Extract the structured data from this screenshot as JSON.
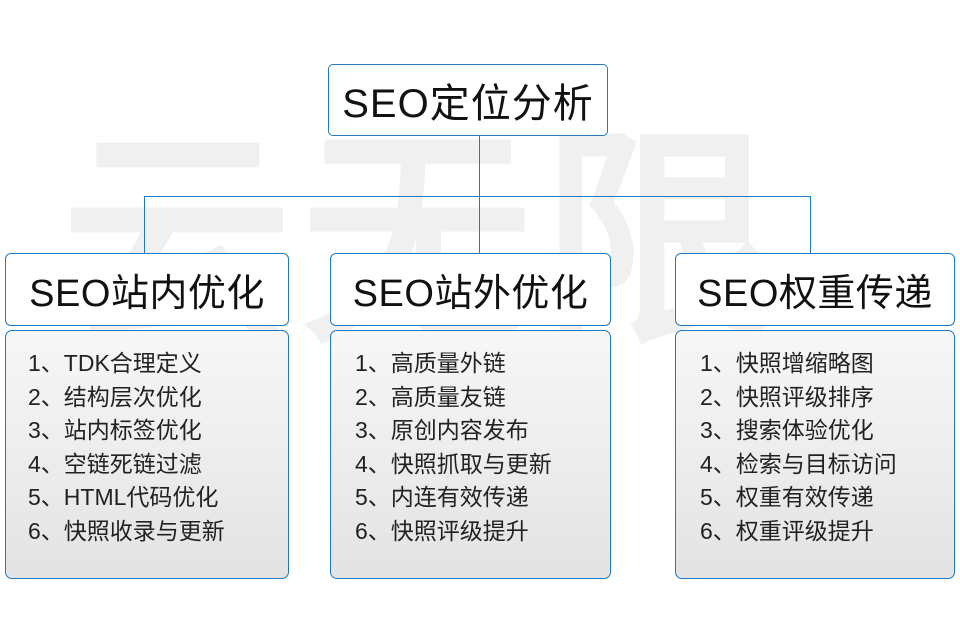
{
  "watermark": {
    "text": "云无限"
  },
  "root": {
    "label": "SEO定位分析"
  },
  "branches": [
    {
      "id": "seo-onsite",
      "title": "SEO站内优化",
      "items": [
        {
          "num": "1、",
          "text": "TDK合理定义"
        },
        {
          "num": "2、",
          "text": "结构层次优化"
        },
        {
          "num": "3、",
          "text": "站内标签优化"
        },
        {
          "num": "4、",
          "text": "空链死链过滤"
        },
        {
          "num": "5、",
          "text": "HTML代码优化"
        },
        {
          "num": "6、",
          "text": "快照收录与更新"
        }
      ]
    },
    {
      "id": "seo-offsite",
      "title": "SEO站外优化",
      "items": [
        {
          "num": "1、",
          "text": "高质量外链"
        },
        {
          "num": "2、",
          "text": "高质量友链"
        },
        {
          "num": "3、",
          "text": "原创内容发布"
        },
        {
          "num": "4、",
          "text": "快照抓取与更新"
        },
        {
          "num": "5、",
          "text": "内连有效传递"
        },
        {
          "num": "6、",
          "text": "快照评级提升"
        }
      ]
    },
    {
      "id": "seo-weight",
      "title": "SEO权重传递",
      "items": [
        {
          "num": "1、",
          "text": "快照增缩略图"
        },
        {
          "num": "2、",
          "text": "快照评级排序"
        },
        {
          "num": "3、",
          "text": "搜索体验优化"
        },
        {
          "num": "4、",
          "text": "检索与目标访问"
        },
        {
          "num": "5、",
          "text": "权重有效传递"
        },
        {
          "num": "6、",
          "text": "权重评级提升"
        }
      ]
    }
  ],
  "colors": {
    "border": "#1f7ac4",
    "text": "#111111",
    "panel_top": "#f7f7f7",
    "panel_bottom": "#e3e3e3",
    "watermark": "#f0f0f0"
  }
}
